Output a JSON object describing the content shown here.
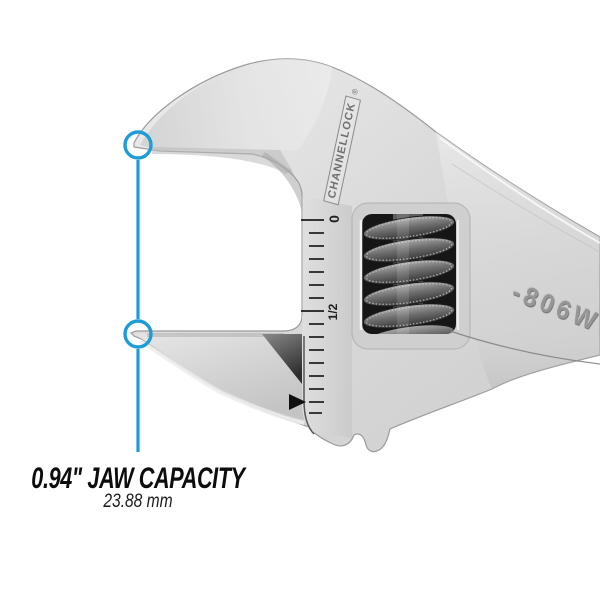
{
  "product": {
    "brand": "CHANNELLOCK",
    "registered_mark": "®",
    "model_stamp": "-806W",
    "scale_labels": [
      "0",
      "1/2"
    ]
  },
  "annotation": {
    "jaw_capacity_label": "0.94\" JAW CAPACITY",
    "metric_label": "23.88 mm",
    "accent_color": "#1E9CD8"
  },
  "colors": {
    "background": "#FFFFFF",
    "accent_blue": "#1E9CD8",
    "metal_light": "#EFEFEF",
    "metal_mid": "#D5D5D5",
    "metal_dark": "#9B9B9B",
    "screw_dark": "#161616",
    "text_black": "#0D0D0D"
  }
}
